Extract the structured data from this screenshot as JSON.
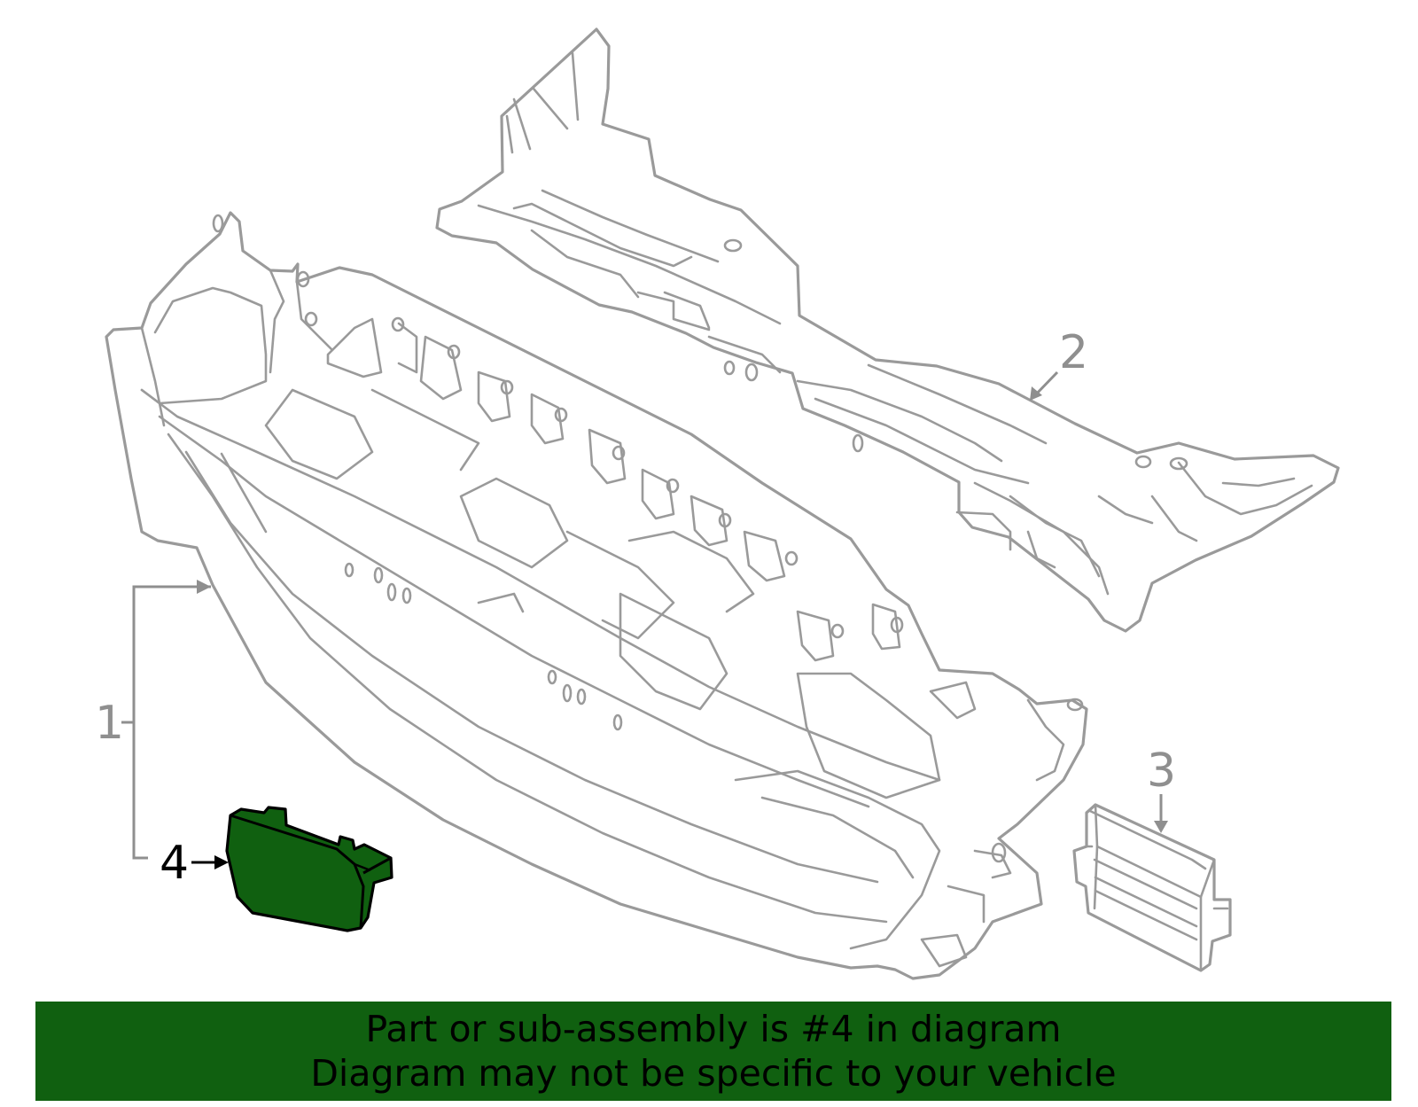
{
  "callouts": [
    {
      "id": "1",
      "label": "1"
    },
    {
      "id": "2",
      "label": "2"
    },
    {
      "id": "3",
      "label": "3"
    },
    {
      "id": "4",
      "label": "4",
      "highlighted": true
    }
  ],
  "banner": {
    "line1": "Part or sub-assembly is #4 in diagram",
    "line2": "Diagram may not be specific to your vehicle",
    "background": "#106010",
    "text_color": "#000000"
  },
  "colors": {
    "line_art": "#9a9a9a",
    "highlight_part": "#106010",
    "background": "#ffffff"
  }
}
